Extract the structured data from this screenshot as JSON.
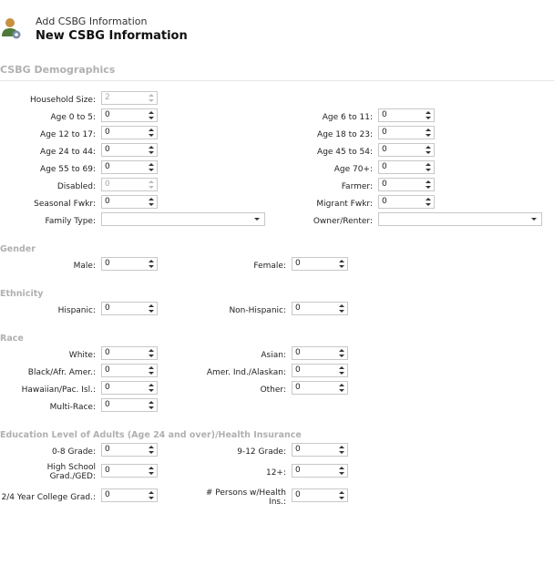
{
  "header": {
    "subtitle": "Add CSBG Information",
    "title": "New CSBG Information",
    "icon": "user-gear-icon"
  },
  "sections": {
    "demographics": "CSBG Demographics",
    "gender": "Gender",
    "ethnicity": "Ethnicity",
    "race": "Race",
    "education": "Education Level of Adults (Age 24 and over)/Health Insurance"
  },
  "demographics": {
    "household_size": {
      "label": "Household Size:",
      "value": "2"
    },
    "age_0_5": {
      "label": "Age 0 to 5:",
      "value": "0"
    },
    "age_6_11": {
      "label": "Age 6 to 11:",
      "value": "0"
    },
    "age_12_17": {
      "label": "Age 12 to 17:",
      "value": "0"
    },
    "age_18_23": {
      "label": "Age 18 to 23:",
      "value": "0"
    },
    "age_24_44": {
      "label": "Age 24 to 44:",
      "value": "0"
    },
    "age_45_54": {
      "label": "Age 45 to 54:",
      "value": "0"
    },
    "age_55_69": {
      "label": "Age 55 to 69:",
      "value": "0"
    },
    "age_70": {
      "label": "Age 70+:",
      "value": "0"
    },
    "disabled": {
      "label": "Disabled:",
      "value": "0"
    },
    "farmer": {
      "label": "Farmer:",
      "value": "0"
    },
    "seasonal": {
      "label": "Seasonal Fwkr:",
      "value": "0"
    },
    "migrant": {
      "label": "Migrant Fwkr:",
      "value": "0"
    },
    "family_type": {
      "label": "Family Type:",
      "value": ""
    },
    "owner_renter": {
      "label": "Owner/Renter:",
      "value": ""
    }
  },
  "gender": {
    "male": {
      "label": "Male:",
      "value": "0"
    },
    "female": {
      "label": "Female:",
      "value": "0"
    }
  },
  "ethnicity": {
    "hispanic": {
      "label": "Hispanic:",
      "value": "0"
    },
    "non_hispanic": {
      "label": "Non-Hispanic:",
      "value": "0"
    }
  },
  "race": {
    "white": {
      "label": "White:",
      "value": "0"
    },
    "asian": {
      "label": "Asian:",
      "value": "0"
    },
    "black": {
      "label": "Black/Afr. Amer.:",
      "value": "0"
    },
    "amer_ind": {
      "label": "Amer. Ind./Alaskan:",
      "value": "0"
    },
    "hawaiian": {
      "label": "Hawaiian/Pac. Isl.:",
      "value": "0"
    },
    "other": {
      "label": "Other:",
      "value": "0"
    },
    "multi": {
      "label": "Multi-Race:",
      "value": "0"
    }
  },
  "education": {
    "grade_0_8": {
      "label": "0-8 Grade:",
      "value": "0"
    },
    "grade_9_12": {
      "label": "9-12 Grade:",
      "value": "0"
    },
    "hs_line1": "High School",
    "hs_line2": "Grad./GED:",
    "hs_value": "0",
    "plus12": {
      "label": "12+:",
      "value": "0"
    },
    "college": {
      "label": "2/4 Year College Grad.:",
      "value": "0"
    },
    "health_line1": "# Persons w/Health",
    "health_line2": "Ins.:",
    "health_value": "0"
  }
}
